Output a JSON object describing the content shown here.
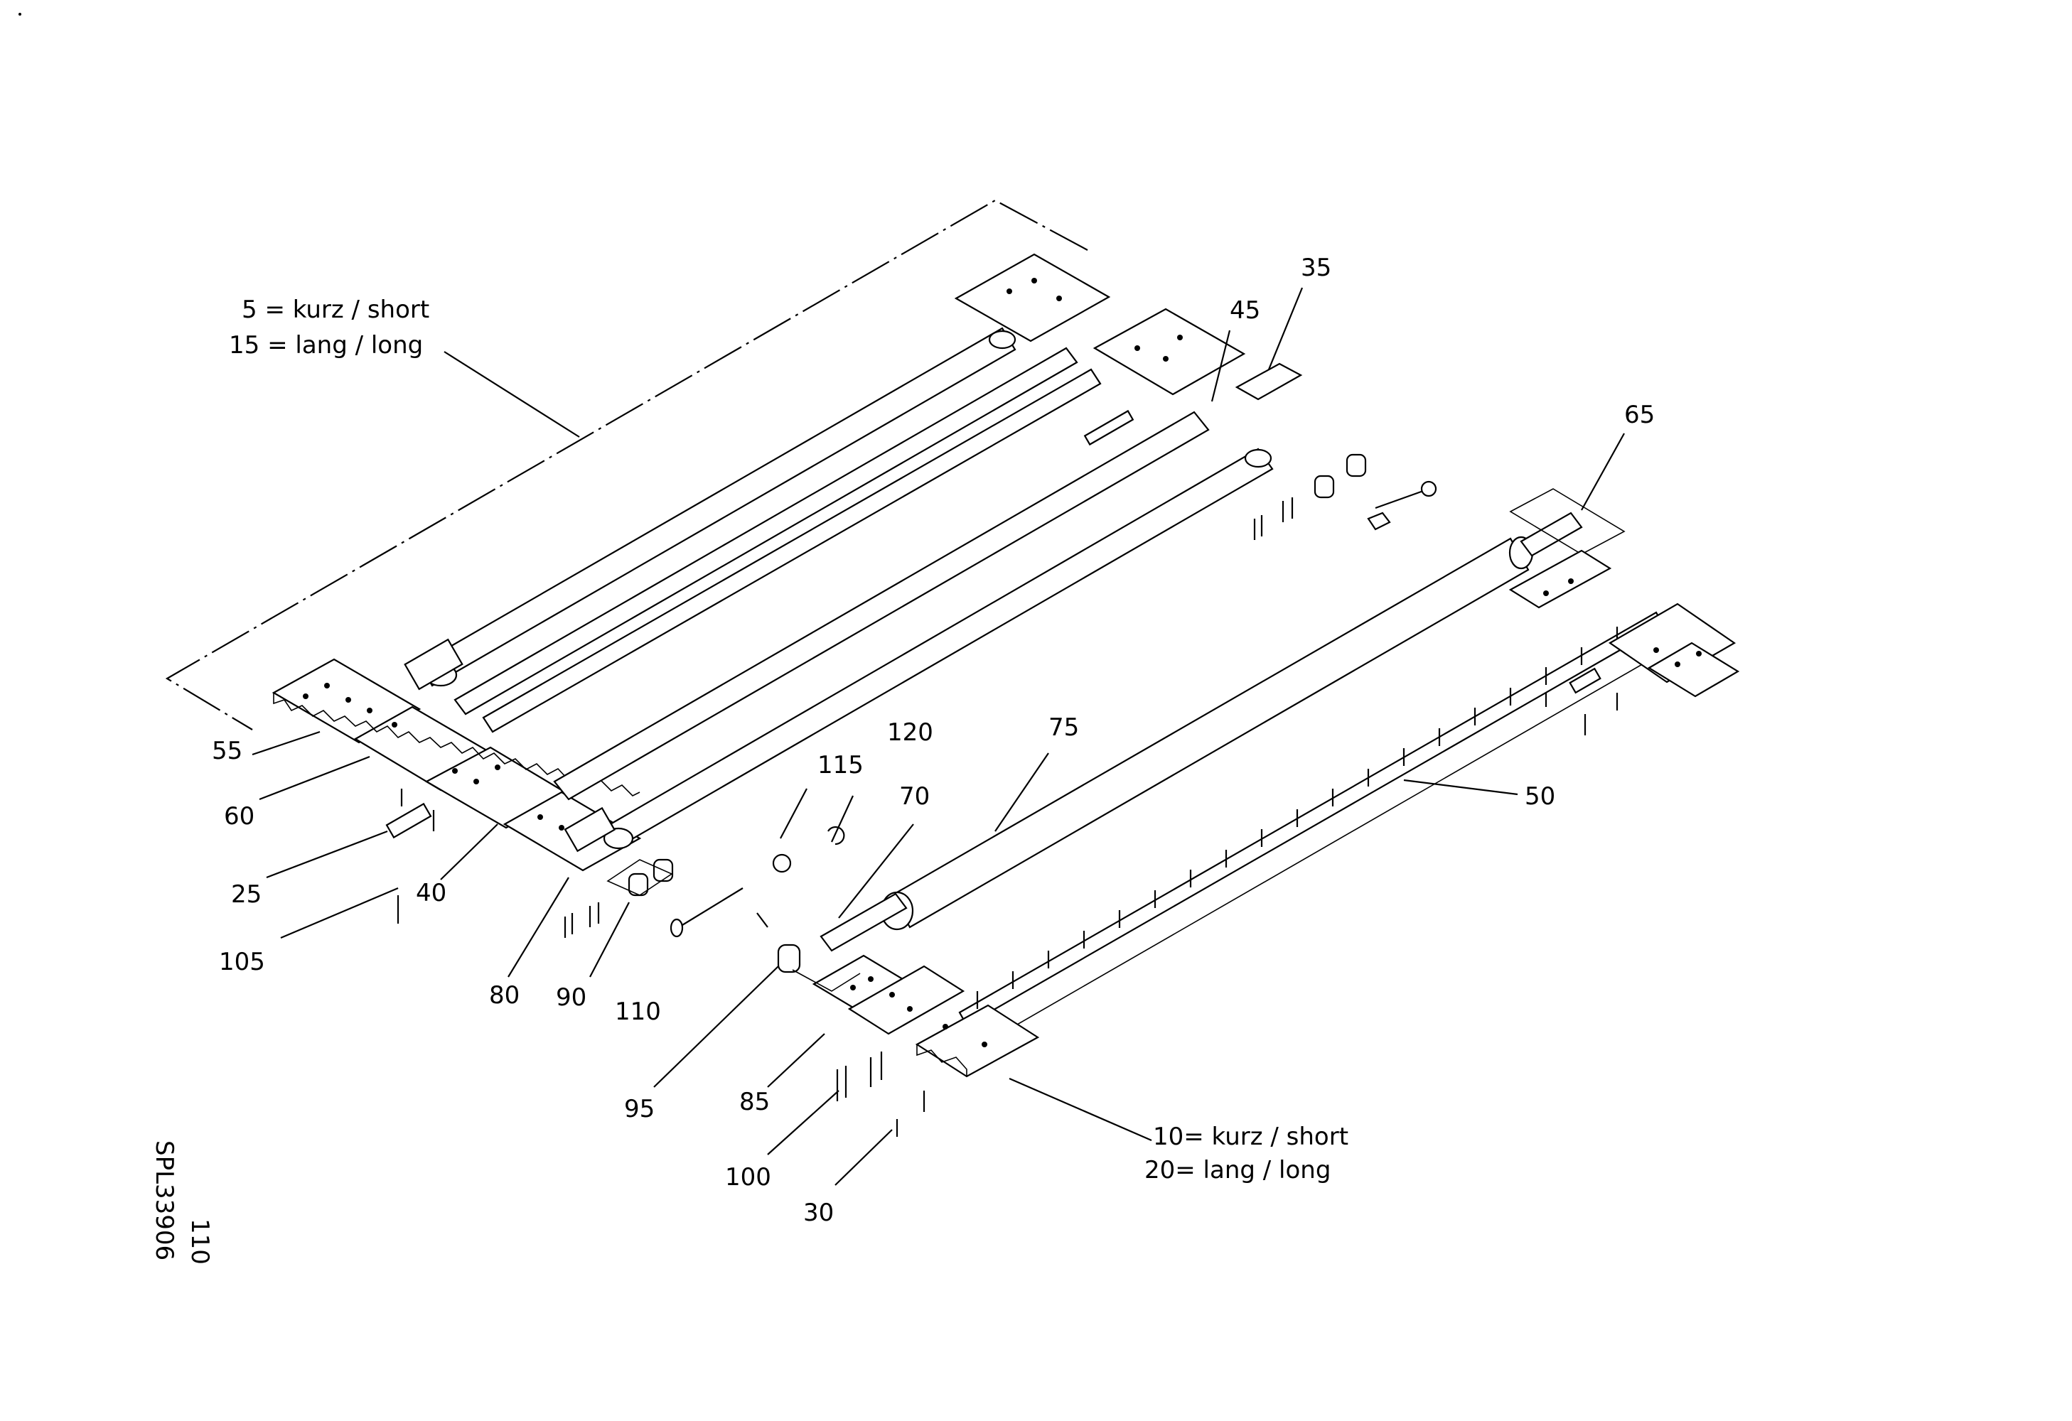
{
  "callouts": {
    "c5_15_line1": "5 = kurz / short",
    "c5_15_line2": "15 = lang / long",
    "c10_20_line1": "10= kurz / short",
    "c10_20_line2": "20= lang / long",
    "n25": "25",
    "n30": "30",
    "n35": "35",
    "n40": "40",
    "n45": "45",
    "n50": "50",
    "n55": "55",
    "n60": "60",
    "n65": "65",
    "n70": "70",
    "n75": "75",
    "n80": "80",
    "n85": "85",
    "n90": "90",
    "n95": "95",
    "n100": "100",
    "n105": "105",
    "n110": "110",
    "n115": "115",
    "n120": "120"
  },
  "side_label": {
    "code": "SPL33906",
    "page": "110"
  }
}
